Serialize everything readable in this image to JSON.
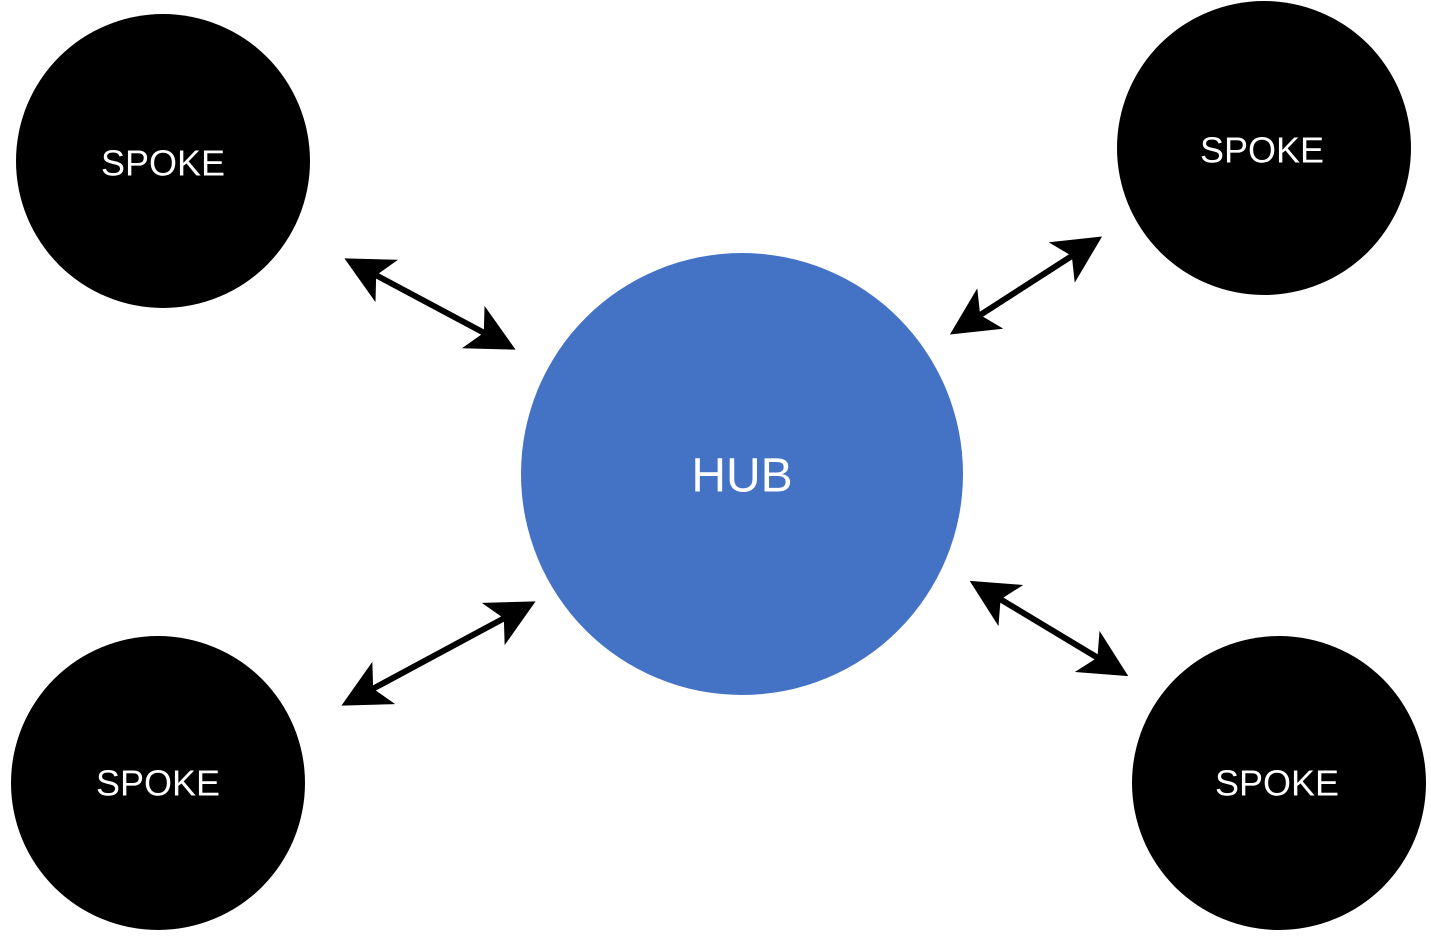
{
  "hub": {
    "label": "HUB",
    "color": "#4472C4"
  },
  "spokes": [
    {
      "id": "top-left",
      "label": "SPOKE",
      "color": "#000000"
    },
    {
      "id": "top-right",
      "label": "SPOKE",
      "color": "#000000"
    },
    {
      "id": "bottom-left",
      "label": "SPOKE",
      "color": "#000000"
    },
    {
      "id": "bottom-right",
      "label": "SPOKE",
      "color": "#000000"
    }
  ],
  "connections": [
    {
      "from": "hub",
      "to": "top-left",
      "direction": "bidirectional"
    },
    {
      "from": "hub",
      "to": "top-right",
      "direction": "bidirectional"
    },
    {
      "from": "hub",
      "to": "bottom-left",
      "direction": "bidirectional"
    },
    {
      "from": "hub",
      "to": "bottom-right",
      "direction": "bidirectional"
    }
  ]
}
